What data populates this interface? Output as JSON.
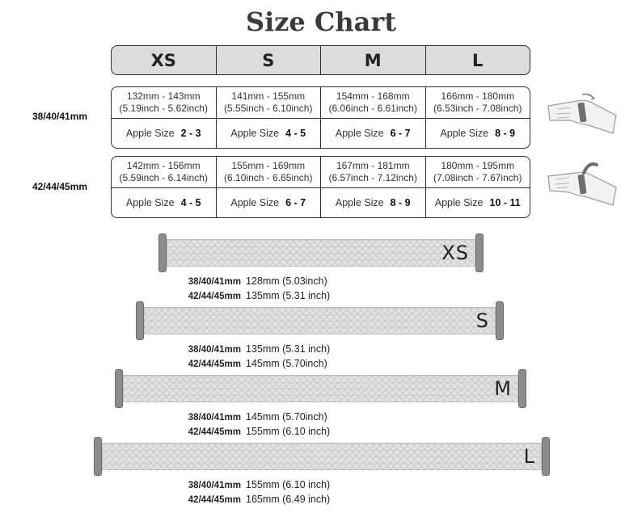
{
  "title": "Size Chart",
  "header": [
    "XS",
    "S",
    "M",
    "L"
  ],
  "groups": [
    {
      "label": "38/40/41mm",
      "cells": [
        {
          "mm": "132mm - 143mm",
          "inch": "(5.19inch - 5.62inch)",
          "apple": "Apple Size",
          "size": "2 - 3"
        },
        {
          "mm": "141mm - 155mm",
          "inch": "(5.55inch - 6.10inch)",
          "apple": "Apple Size",
          "size": "4 - 5"
        },
        {
          "mm": "154mm - 168mm",
          "inch": "(6.06inch - 6.61inch)",
          "apple": "Apple Size",
          "size": "6 - 7"
        },
        {
          "mm": "166mm - 180mm",
          "inch": "(6.53inch - 7.08inch)",
          "apple": "Apple Size",
          "size": "8 - 9"
        }
      ]
    },
    {
      "label": "42/44/45mm",
      "cells": [
        {
          "mm": "142mm - 156mm",
          "inch": "(5.59inch - 6.14inch)",
          "apple": "Apple Size",
          "size": "4 - 5"
        },
        {
          "mm": "155mm - 169mm",
          "inch": "(6.10inch - 6.65inch)",
          "apple": "Apple Size",
          "size": "6 - 7"
        },
        {
          "mm": "167mm - 181mm",
          "inch": "(6.57inch - 7.12inch)",
          "apple": "Apple Size",
          "size": "8 - 9"
        },
        {
          "mm": "180mm - 195mm",
          "inch": "(7.08inch - 7.67inch)",
          "apple": "Apple Size",
          "size": "10 - 11"
        }
      ]
    }
  ],
  "bands": [
    {
      "size": "XS",
      "rows": [
        {
          "k": "38/40/41mm",
          "v": "128mm (5.03inch)"
        },
        {
          "k": "42/44/45mm",
          "v": "135mm (5.31 inch)"
        }
      ]
    },
    {
      "size": "S",
      "rows": [
        {
          "k": "38/40/41mm",
          "v": "135mm (5.31 inch)"
        },
        {
          "k": "42/44/45mm",
          "v": "145mm (5.70inch)"
        }
      ]
    },
    {
      "size": "M",
      "rows": [
        {
          "k": "38/40/41mm",
          "v": "145mm (5.70inch)"
        },
        {
          "k": "42/44/45mm",
          "v": "155mm (6.10 inch)"
        }
      ]
    },
    {
      "size": "L",
      "rows": [
        {
          "k": "38/40/41mm",
          "v": "155mm (6.10 inch)"
        },
        {
          "k": "42/44/45mm",
          "v": "165mm (6.49 inch)"
        }
      ]
    }
  ],
  "icons": [
    "wrist-band-icon",
    "wrist-measure-icon"
  ],
  "colors": {
    "header_bg": "#dcdcdc",
    "border": "#2e2e2e",
    "band": "#e3e3e3",
    "lug": "#8c8c8c"
  }
}
